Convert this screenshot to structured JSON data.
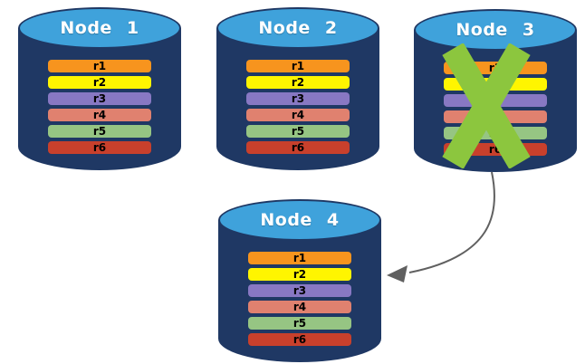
{
  "nodes": [
    {
      "title": "Node 1",
      "failed": false
    },
    {
      "title": "Node 2",
      "failed": false
    },
    {
      "title": "Node 3",
      "failed": true
    },
    {
      "title": "Node 4",
      "failed": false
    }
  ],
  "records": [
    {
      "label": "r1",
      "color": "#F7941E"
    },
    {
      "label": "r2",
      "color": "#FFF500"
    },
    {
      "label": "r3",
      "color": "#8878C3"
    },
    {
      "label": "r4",
      "color": "#E0816F"
    },
    {
      "label": "r5",
      "color": "#96C583"
    },
    {
      "label": "r6",
      "color": "#C8402C"
    }
  ],
  "arrow": {
    "from": "Node 3",
    "to": "Node 4"
  },
  "colors": {
    "cylinder_body": "#1F3864",
    "cylinder_top": "#3FA2DB",
    "node_title_text": "#FFFFFF",
    "record_label_text": "#000000",
    "failure_x": "#8CC63E",
    "arrow": "#606060",
    "background": "#FFFFFF"
  }
}
